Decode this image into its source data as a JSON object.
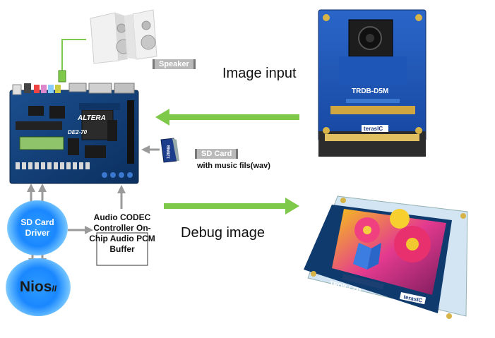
{
  "labels": {
    "speaker": "Speaker",
    "image_input": "Image input",
    "sd_card": "SD Card",
    "music_files": "with music fils(wav)",
    "debug_image": "Debug image",
    "board_brand": "ALTERA",
    "board_model": "DE2-70",
    "camera_brand": "terasIC",
    "camera_model": "TRDB-D5M",
    "lcd_brand": "terasIC",
    "lcd_model": "TRDB-LTM",
    "sd_capacity": "128MB"
  },
  "nodes": {
    "sd_driver_line1": "SD Card",
    "sd_driver_line2": "Driver",
    "nios_main": "Nios",
    "nios_suffix": "II",
    "codec_line1": "Audio CODEC",
    "codec_line2": "Controller",
    "codec_line3": "On-Chip",
    "codec_line4": "Audio",
    "codec_line5": "PCM Buffer"
  },
  "colors": {
    "green_arrow": "#7ec84a",
    "gray_arrow": "#9a9a9a",
    "bubble_blue": "#1a87ff",
    "board_blue": "#0f3f7a"
  }
}
